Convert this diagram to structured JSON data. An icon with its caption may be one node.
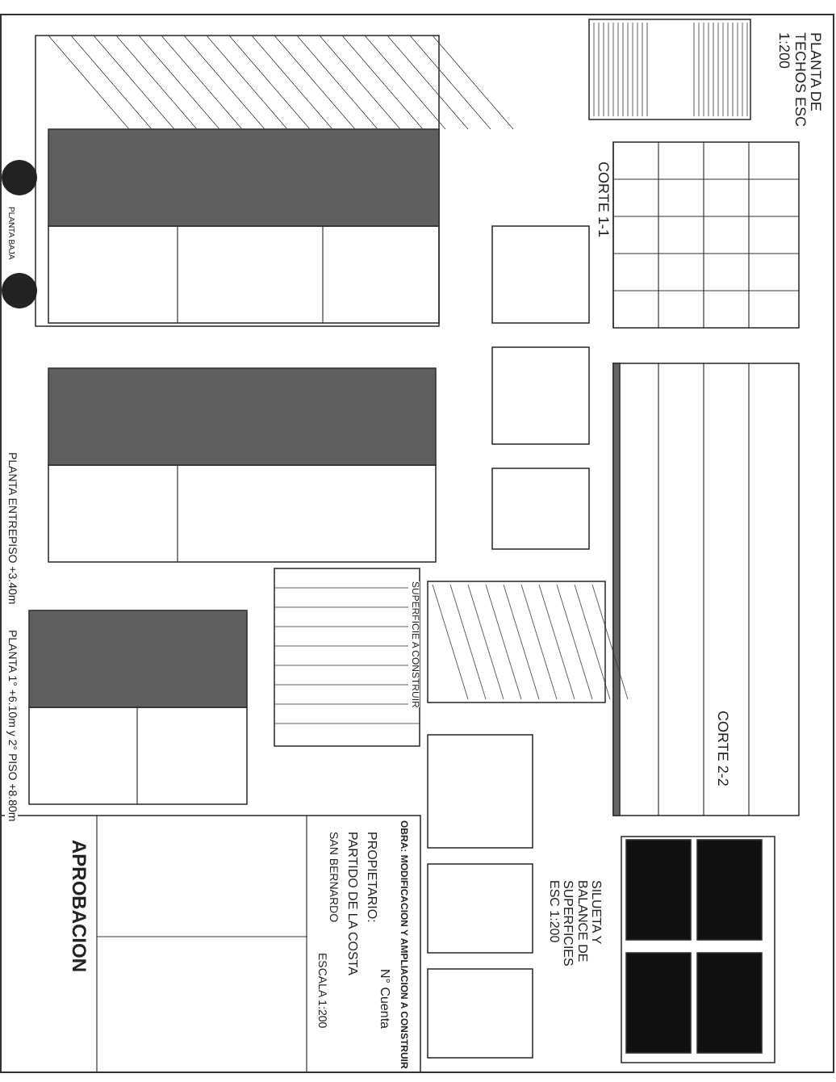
{
  "diagram": {
    "labels": [
      "PLANTA DE TECHOS ESC 1:200",
      "CORTE 1-1",
      "PLANTA BAJA",
      "PLANTA ENTREPISO +3.40m",
      "PLANTA 1° +6.10m y 2° PISO +8.80m",
      "SUPERFICIE A CONSTRUIR",
      "OBRA: MODIFICACION Y AMPLIACION A CONSTRUIR",
      "PROPIETARIO:",
      "PARTIDO DE LA COSTA",
      "SAN BERNARDO",
      "APROBACION",
      "ESCALA 1:200",
      "N° Cuenta",
      "CORTE 2-2",
      "SILUETA Y BALANCE DE SUPERFICIES ESC 1:200"
    ]
  }
}
